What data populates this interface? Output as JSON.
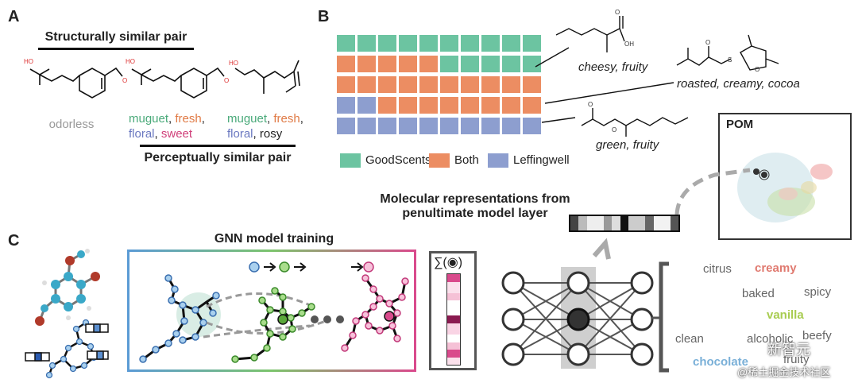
{
  "panels": {
    "a": "A",
    "b": "B",
    "c": "C"
  },
  "panel_a": {
    "structural_title": "Structurally similar pair",
    "perceptual_title": "Perceptually similar pair",
    "atom_ho": "HO",
    "atom_o": "O",
    "mol1_label": {
      "text": "odorless",
      "color": "#999999"
    },
    "mol2_labels": [
      {
        "text": "muguet",
        "color": "#4aaa7a"
      },
      {
        "text": ", ",
        "color": "#222222"
      },
      {
        "text": "fresh",
        "color": "#e07a45"
      },
      {
        "text": ",",
        "color": "#222222"
      },
      {
        "text": "floral",
        "color": "#6a78c0"
      },
      {
        "text": ", ",
        "color": "#222222"
      },
      {
        "text": "sweet",
        "color": "#d0407a"
      }
    ],
    "mol3_labels": [
      {
        "text": "muguet",
        "color": "#4aaa7a"
      },
      {
        "text": ", ",
        "color": "#222222"
      },
      {
        "text": "fresh",
        "color": "#e07a45"
      },
      {
        "text": ",",
        "color": "#222222"
      },
      {
        "text": "floral",
        "color": "#6a78c0"
      },
      {
        "text": ", ",
        "color": "#222222"
      },
      {
        "text": "rosy",
        "color": "#222222"
      }
    ]
  },
  "panel_b": {
    "grid_rows": [
      [
        "g",
        "g",
        "g",
        "g",
        "g",
        "g",
        "g",
        "g",
        "g",
        "g"
      ],
      [
        "o",
        "o",
        "o",
        "o",
        "o",
        "g",
        "g",
        "g",
        "g",
        "g"
      ],
      [
        "o",
        "o",
        "o",
        "o",
        "o",
        "o",
        "o",
        "o",
        "o",
        "o"
      ],
      [
        "l",
        "l",
        "o",
        "o",
        "o",
        "o",
        "o",
        "o",
        "o",
        "o"
      ],
      [
        "l",
        "l",
        "l",
        "l",
        "l",
        "l",
        "l",
        "l",
        "l",
        "l"
      ]
    ],
    "colors": {
      "g": "#6cc4a1",
      "o": "#ec8d62",
      "l": "#8d9ecf"
    },
    "legend": [
      {
        "label": "GoodScents",
        "key": "g"
      },
      {
        "label": "Both",
        "key": "o"
      },
      {
        "label": "Leffingwell",
        "key": "l"
      }
    ],
    "atom_oh": "OH",
    "atom_o": "O",
    "atom_s": "S",
    "descriptors": [
      "cheesy, fruity",
      "roasted, creamy, cocoa",
      "green, fruity"
    ]
  },
  "panel_c": {
    "gnn_title": "GNN model training",
    "repr_title_line1": "Molecular representations from",
    "repr_title_line2": "penultimate model layer",
    "pom_title": "POM",
    "sum_symbol": "∑(◉)",
    "odor_words": [
      {
        "text": "citrus",
        "color": "#666666",
        "bold": false
      },
      {
        "text": "creamy",
        "color": "#e07a70",
        "bold": true
      },
      {
        "text": "baked",
        "color": "#666666",
        "bold": false
      },
      {
        "text": "spicy",
        "color": "#666666",
        "bold": false
      },
      {
        "text": "vanilla",
        "color": "#a8cc50",
        "bold": true
      },
      {
        "text": "clean",
        "color": "#666666",
        "bold": false
      },
      {
        "text": "alcoholic",
        "color": "#666666",
        "bold": false
      },
      {
        "text": "beefy",
        "color": "#666666",
        "bold": false
      },
      {
        "text": "fruity",
        "color": "#666666",
        "bold": false
      },
      {
        "text": "chocolate",
        "color": "#7ab0d8",
        "bold": true
      }
    ]
  },
  "watermark": {
    "line1": "新智元",
    "line2": "@稀土掘金技术社区"
  }
}
